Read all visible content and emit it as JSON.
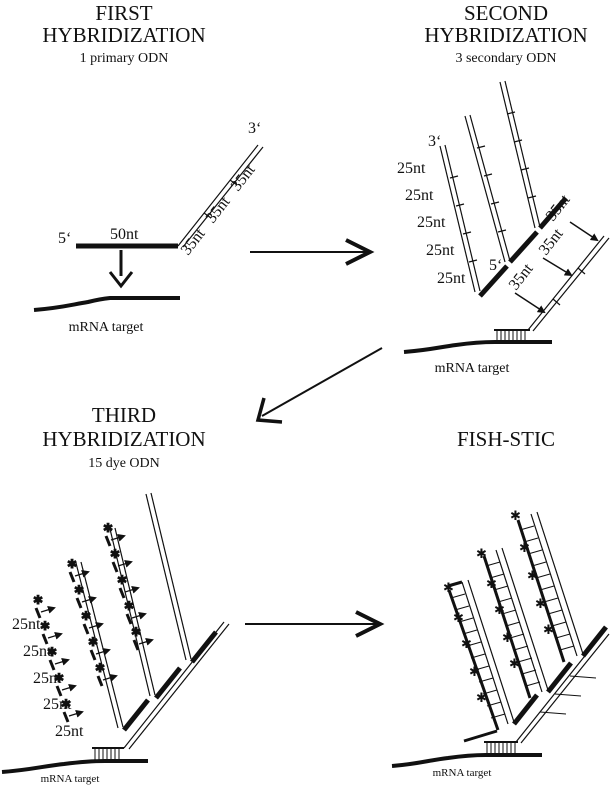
{
  "panels": {
    "first": {
      "title_line1": "FIRST",
      "title_line2": "HYBRIDIZATION",
      "subtitle": "1 primary ODN",
      "target": "mRNA target"
    },
    "second": {
      "title_line1": "SECOND",
      "title_line2": "HYBRIDIZATION",
      "subtitle": "3 secondary ODN",
      "target": "mRNA target"
    },
    "third": {
      "title_line1": "THIRD",
      "title_line2": "HYBRIDIZATION",
      "subtitle": "15 dye ODN",
      "target": "mRNA target"
    },
    "fish": {
      "title": "FISH-STIC",
      "target": "mRNA target"
    }
  },
  "labels": {
    "five_prime": "5‘",
    "three_prime": "3‘",
    "nt50": "50nt",
    "nt35": "35nt",
    "nt25": "25nt"
  }
}
